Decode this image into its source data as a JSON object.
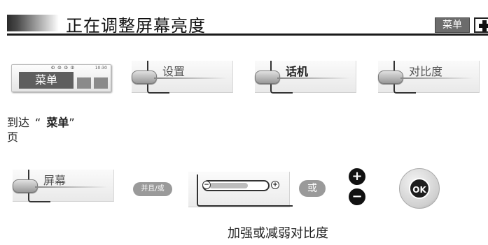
{
  "header": {
    "title": "正在调整屏幕亮度",
    "menu_label": "菜单",
    "plus_icon": "plus-icon"
  },
  "phone_screen": {
    "status_icons": "ⵀ ⵀ ⵀ ⵀ",
    "time": "10:30",
    "tab_label": "菜单"
  },
  "menu_keys": [
    {
      "label": "设置"
    },
    {
      "label": "话机"
    },
    {
      "label": "对比度"
    },
    {
      "label": "屏幕"
    }
  ],
  "instruction": {
    "prefix": "到达",
    "quote_open": "“",
    "target": "菜单",
    "quote_close": "”",
    "suffix": "页"
  },
  "controls": {
    "and_or": "并且/或",
    "or": "或",
    "plus": "+",
    "minus": "−",
    "ok": "OK"
  },
  "caption": "加强或减弱对比度"
}
